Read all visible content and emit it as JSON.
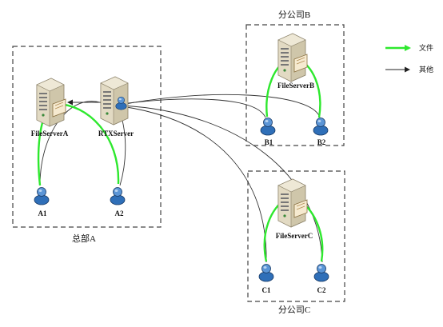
{
  "groups": {
    "hq": "总部A",
    "branch_b": "分公司B",
    "branch_c": "分公司C"
  },
  "servers": {
    "fileserver_a": "FileServerA",
    "rtx_server": "RTXServer",
    "fileserver_b": "FileServerB",
    "fileserver_c": "FileServerC"
  },
  "users": {
    "a1": "A1",
    "a2": "A2",
    "b1": "B1",
    "b2": "B2",
    "c1": "C1",
    "c2": "C2"
  },
  "legend": {
    "file": "文件",
    "other": "其他"
  },
  "colors": {
    "file_link": "#2ee82e",
    "other_link": "#333333",
    "user_icon": "#2f6fb8",
    "server_body": "#d8d0b8"
  }
}
